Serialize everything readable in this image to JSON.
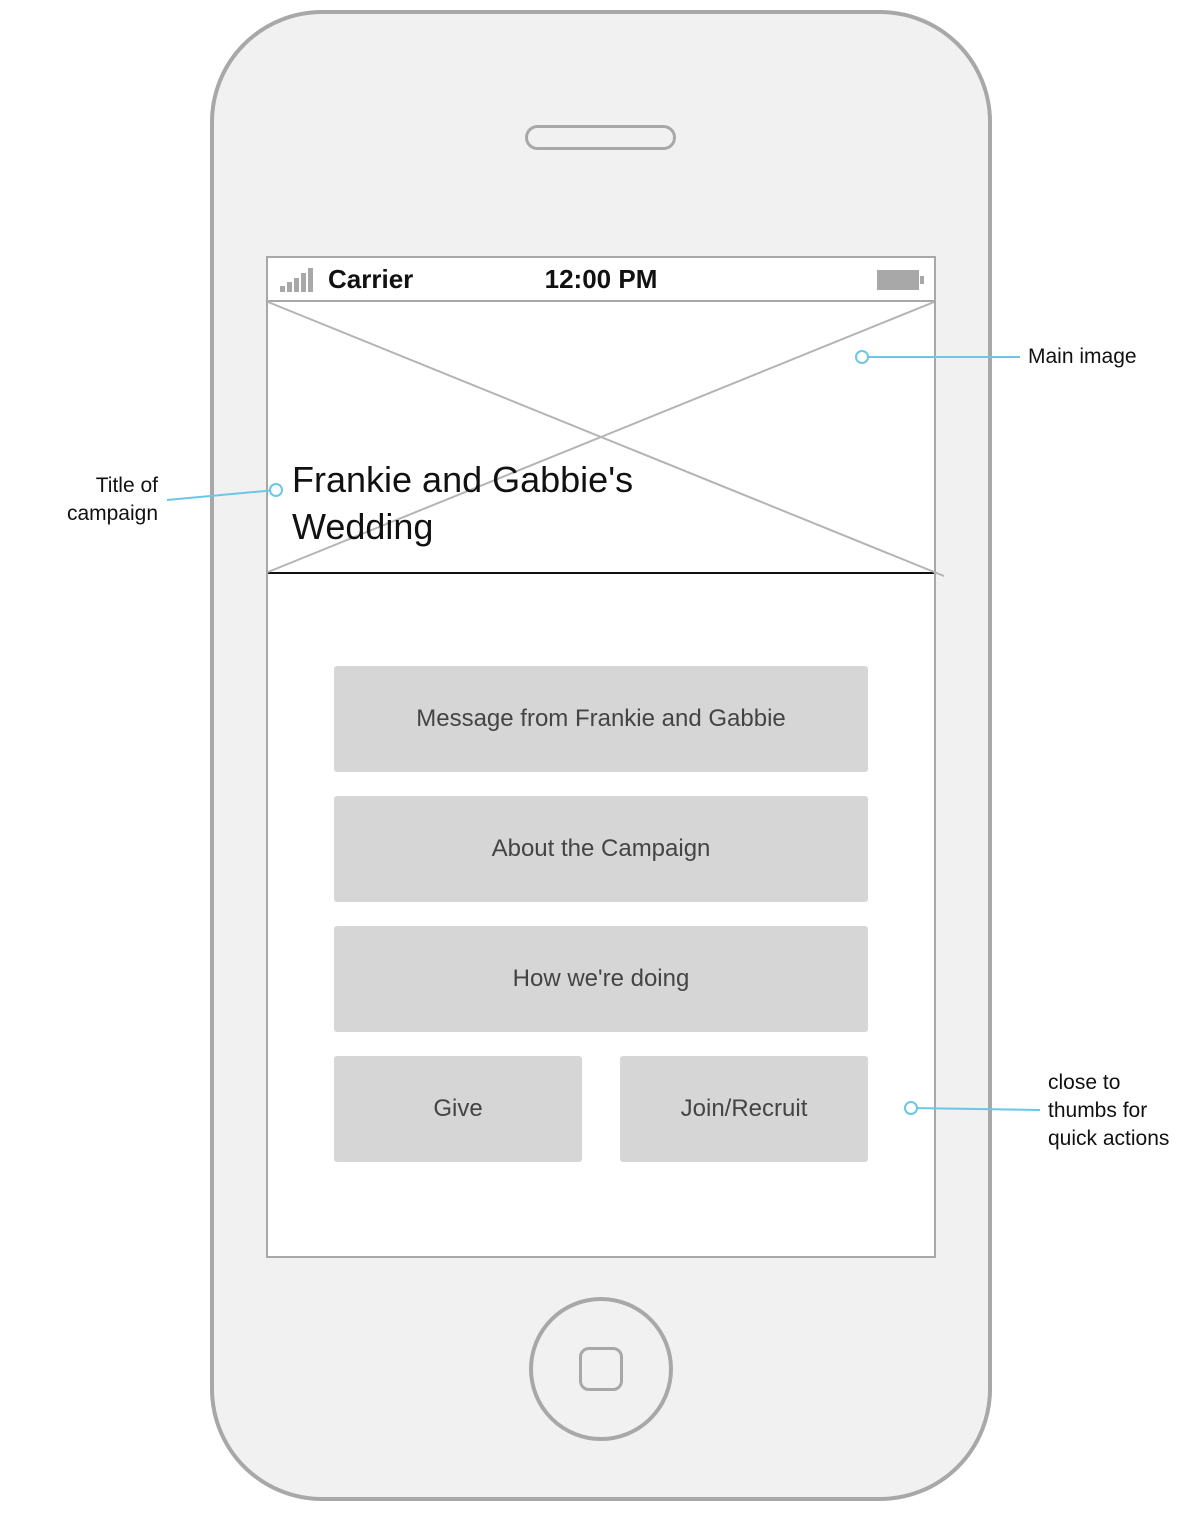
{
  "status_bar": {
    "carrier": "Carrier",
    "time": "12:00 PM"
  },
  "hero": {
    "title": "Frankie and Gabbie's Wedding"
  },
  "buttons": {
    "message": "Message from Frankie and Gabbie",
    "about": "About the Campaign",
    "progress": "How we're doing",
    "give": "Give",
    "join": "Join/Recruit"
  },
  "annotations": {
    "main_image": "Main image",
    "title": "Title of campaign",
    "quick_actions": "close to thumbs for quick actions"
  },
  "colors": {
    "phone_outline": "#a8a8a8",
    "phone_body": "#f1f1f1",
    "button_fill": "#d6d6d6",
    "callout": "#6cc6e6"
  }
}
